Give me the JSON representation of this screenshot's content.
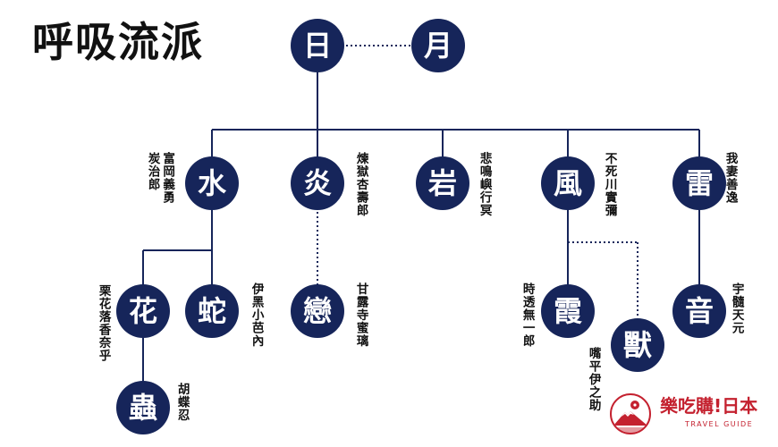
{
  "title": "呼吸流派",
  "colors": {
    "node": "#16255a",
    "line": "#16255a",
    "brand": "#c4212f"
  },
  "nodes": {
    "sun": "日",
    "moon": "月",
    "water": "水",
    "flame": "炎",
    "stone": "岩",
    "wind": "風",
    "thunder": "雷",
    "flower": "花",
    "serpent": "蛇",
    "love": "戀",
    "mist": "霞",
    "beast": "獸",
    "sound": "音",
    "insect": "蟲"
  },
  "names": {
    "water": [
      "富岡義勇",
      "炭治郎"
    ],
    "flame": [
      "煉獄杏壽郎"
    ],
    "stone": [
      "悲鳴嶼行冥"
    ],
    "wind": [
      "不死川實彌"
    ],
    "thunder": [
      "我妻善逸"
    ],
    "flower": [
      "栗花落香奈乎"
    ],
    "serpent": [
      "伊黑小芭內"
    ],
    "love": [
      "甘露寺蜜璃"
    ],
    "mist": [
      "時透無一郎"
    ],
    "beast": [
      "嘴平伊之助"
    ],
    "sound": [
      "宇髓天元"
    ],
    "insect": [
      "胡蝶忍"
    ]
  },
  "logo": {
    "main": "樂吃購!日本",
    "sub": "TRAVEL GUIDE",
    "icon": "mount-fuji-sakura-icon"
  }
}
